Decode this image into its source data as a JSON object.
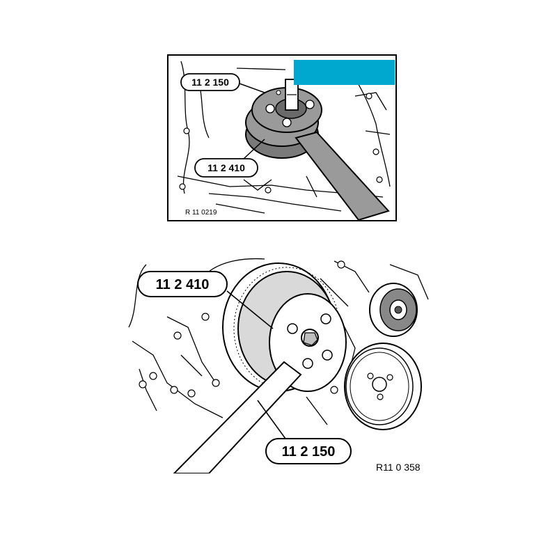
{
  "accent_color": "#00a8d0",
  "top_figure": {
    "label_upper": "11 2 150",
    "label_lower": "11 2 410",
    "ref_code": "R 11 0219"
  },
  "bottom_figure": {
    "label_upper": "11 2 410",
    "label_lower": "11 2 150",
    "ref_code": "R11 0 358"
  }
}
